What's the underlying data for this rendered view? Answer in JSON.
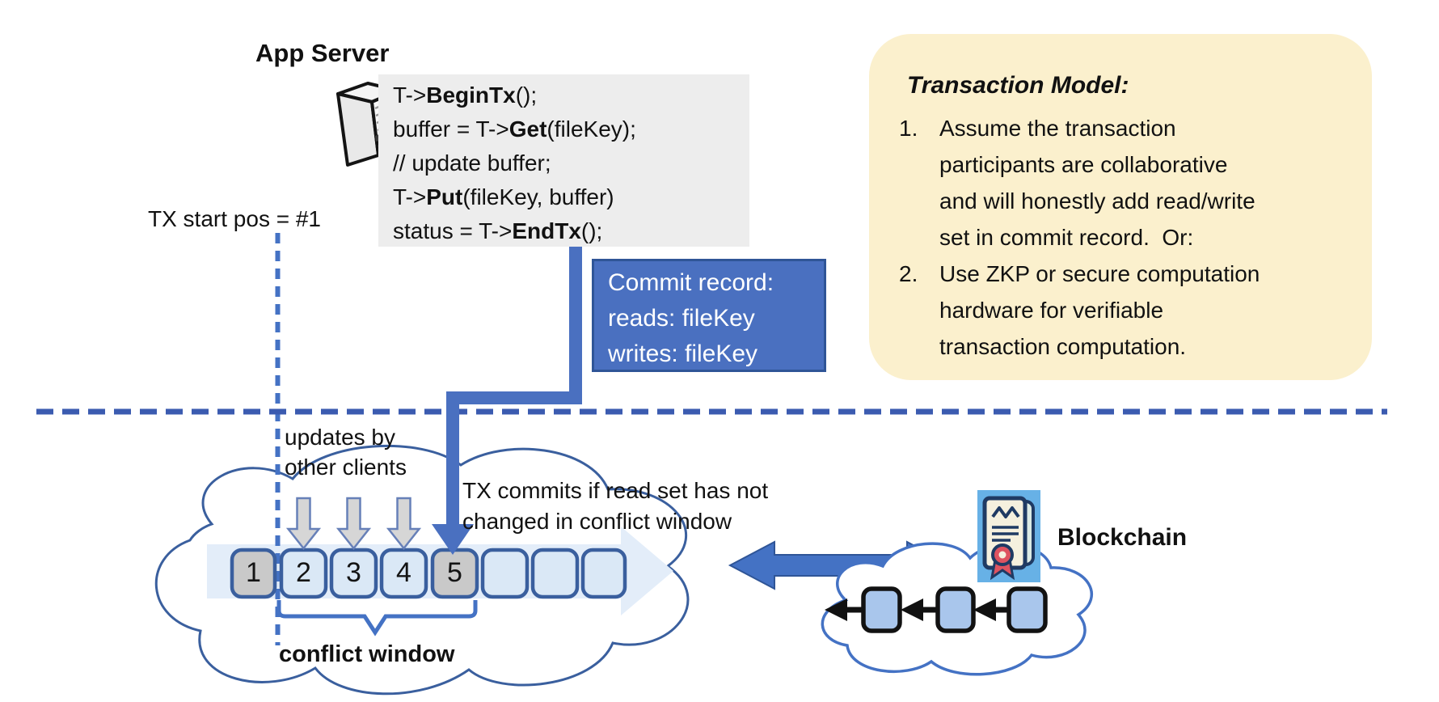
{
  "colors": {
    "accent_blue": "#4472c4",
    "dash_blue": "#3b5bb0",
    "dark_blue_border": "#2f5597",
    "flow_blue": "#4a70c0",
    "block_border": "#3a5f9e",
    "cloud_stroke": "#3a5f9e",
    "light_blue_fill": "#dae8f6",
    "band_fill": "#e3edf9",
    "gray_fill": "#c9c9c9",
    "arrow_gray": "#d6d6d6",
    "code_bg": "#ededed",
    "commit_bg": "#4a70c0",
    "note_bg": "#fbf0cd",
    "icon_bg": "#67b1e6",
    "cert_paper": "#f5f0de",
    "cert_ink": "#1f3a63",
    "seal_red": "#de5360",
    "chain_block_fill": "#a9c6ec"
  },
  "app_server": {
    "title": "App Server"
  },
  "code_block": {
    "lines": [
      {
        "pre": "T->",
        "bold": "BeginTx",
        "post": "();"
      },
      {
        "pre": "buffer = T->",
        "bold": "Get",
        "post": "(fileKey);"
      },
      {
        "pre": "// update buffer;",
        "bold": "",
        "post": ""
      },
      {
        "pre": "T->",
        "bold": "Put",
        "post": "(fileKey, buffer)"
      },
      {
        "pre": "status = T->",
        "bold": "EndTx",
        "post": "();"
      }
    ]
  },
  "tx_start_label": "TX start pos = #1",
  "commit_record": {
    "lines": [
      "Commit record:",
      "reads: fileKey",
      "writes: fileKey"
    ]
  },
  "transaction_model": {
    "title": "Transaction Model:",
    "items": [
      {
        "num": "1.",
        "text": "Assume the transaction\nparticipants are collaborative\nand will honestly add read/write\nset in commit record.  Or:"
      },
      {
        "num": "2.",
        "text": "Use ZKP or secure computation\nhardware for verifiable\ntransaction computation."
      }
    ]
  },
  "updates_label": "updates by\nother clients",
  "tx_commits_label": "TX commits if read set has not\nchanged in conflict window",
  "conflict_window_label": "conflict window",
  "blockchain_label": "Blockchain",
  "timeline": {
    "blocks": [
      {
        "label": "1",
        "highlight": true
      },
      {
        "label": "2",
        "highlight": false
      },
      {
        "label": "3",
        "highlight": false
      },
      {
        "label": "4",
        "highlight": false
      },
      {
        "label": "5",
        "highlight": true
      },
      {
        "label": "",
        "highlight": false
      },
      {
        "label": "",
        "highlight": false
      },
      {
        "label": "",
        "highlight": false
      }
    ]
  }
}
